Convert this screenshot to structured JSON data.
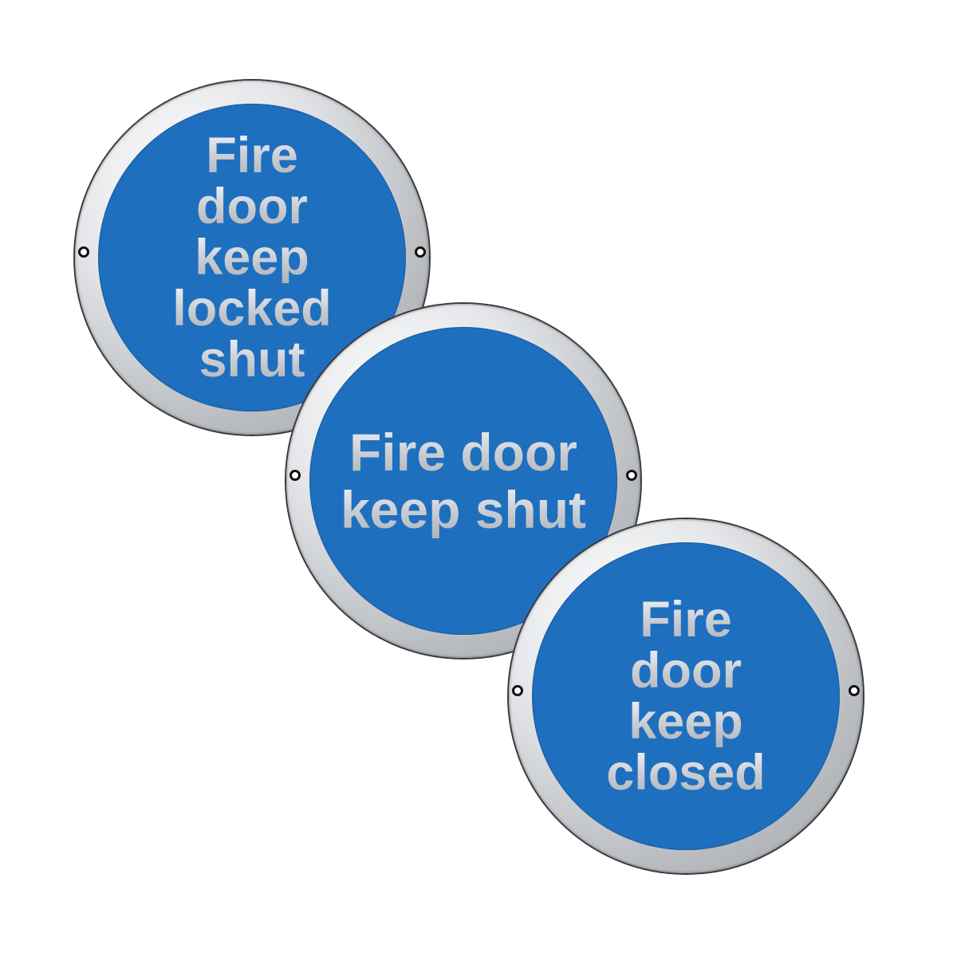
{
  "signs": [
    {
      "id": "fire-door-keep-locked-shut",
      "lines": [
        "Fire",
        "door",
        "keep",
        "locked",
        "shut"
      ]
    },
    {
      "id": "fire-door-keep-shut",
      "lines": [
        "Fire door",
        "keep shut"
      ]
    },
    {
      "id": "fire-door-keep-closed",
      "lines": [
        "Fire",
        "door",
        "keep",
        "closed"
      ]
    }
  ],
  "colors": {
    "sign_face": "#1f6fbf",
    "border_metal": "#c0c3c7",
    "text_metal": "#d5d8dc",
    "background": "#ffffff"
  }
}
